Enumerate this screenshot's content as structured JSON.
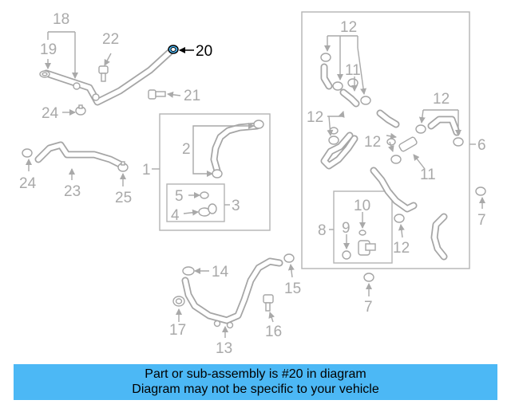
{
  "callouts": {
    "c1": "1",
    "c2": "2",
    "c3": "3",
    "c4": "4",
    "c5": "5",
    "c6": "6",
    "c7a": "7",
    "c7b": "7",
    "c8": "8",
    "c9": "9",
    "c10": "10",
    "c11a": "11",
    "c11b": "11",
    "c12a": "12",
    "c12b": "12",
    "c12c": "12",
    "c12d": "12",
    "c12e": "12",
    "c13": "13",
    "c14": "14",
    "c15": "15",
    "c16": "16",
    "c17": "17",
    "c18": "18",
    "c19": "19",
    "c20": "20",
    "c21": "21",
    "c22": "22",
    "c23": "23",
    "c24a": "24",
    "c24b": "24",
    "c25": "25"
  },
  "highlight": {
    "part_number": "20",
    "color": "#4cb8f5"
  },
  "banner": {
    "line1": "Part or sub-assembly is #20 in diagram",
    "line2": "Diagram may not be specific to your vehicle",
    "background": "#4cb8f5"
  }
}
